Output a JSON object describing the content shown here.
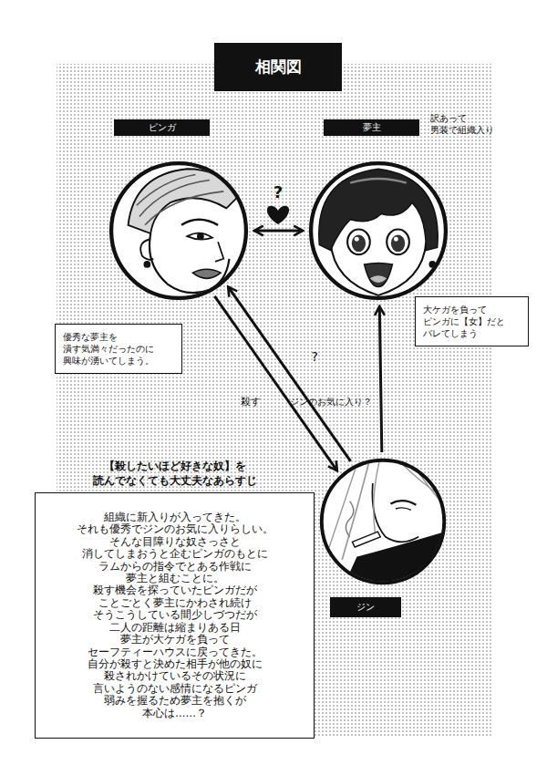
{
  "diagram": {
    "title": "相関図",
    "nodes": [
      {
        "text": [
          "ピンガ"
        ]
      },
      {
        "text": [
          "夢主"
        ]
      },
      {
        "text": [
          "ジン"
        ]
      },
      {
        "text": [
          "優秀な夢主を 潰す気満々だったのに 興味が湧いてしまう。"
        ]
      },
      {
        "text": [
          "大ケガを負って ピンガに【女】だと バレてしまう"
        ]
      },
      {
        "text": [
          "【殺したいほど好きな奴】を 読んでなくても大丈夫なあらすじ",
          "組織に新入りが入ってきた。 それも優秀でジンのお気に入りらしい。 そんな目障りな奴さっさと 消してしまおうと企むピンガのもとに ラムからの指令でとある作戦に 夢主と組むことに。 殺す機会を探っていたピンガだが ことごとく夢主にかわされ続け そうこうしている間少しづつだが 二人の距離は縮まりある日 夢主が大ケガを負って セーフティーハウスに戻ってきた。 自分が殺すと決めた相手が他の奴に 殺されかけているその状況に 言いようのない感情になるピンガ 弱みを握るため夢主を抱くが 本心は……？"
        ]
      }
    ],
    "edges": [
      {
        "from": 0,
        "to": 1,
        "arrow": "both"
      },
      {
        "from": 0,
        "to": 2,
        "label": "殺す",
        "arrow": "to"
      },
      {
        "from": 2,
        "to": 0,
        "label": "?",
        "arrow": "to"
      },
      {
        "from": 2,
        "to": 1,
        "label": "ジンのお気に入り？",
        "arrow": "to"
      }
    ],
    "labels": [
      "訳あって 男装で組織入り",
      "?"
    ]
  }
}
